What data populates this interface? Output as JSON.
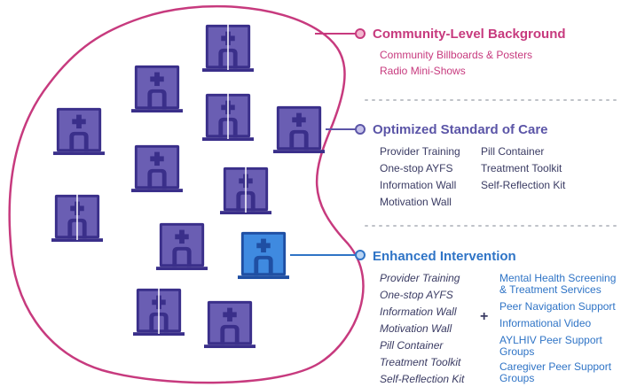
{
  "colors": {
    "magenta": "#C73A7E",
    "purple": "#5B55A7",
    "blue": "#2F74C6",
    "dark_text": "#3A3B63",
    "building_purple": "#6A5EB3",
    "building_blue": "#3F8AE0",
    "building_outline": "#3A2F8A",
    "divider": "#BFC2C8"
  },
  "sections": {
    "community": {
      "title": "Community-Level Background",
      "items": [
        "Community Billboards & Posters",
        "Radio Mini-Shows"
      ]
    },
    "optimized": {
      "title": "Optimized Standard of Care",
      "col1": [
        "Provider Training",
        "One-stop AYFS",
        "Information Wall",
        "Motivation Wall"
      ],
      "col2": [
        "Pill Container",
        "Treatment Toolkit",
        "Self-Reflection Kit"
      ]
    },
    "enhanced": {
      "title": "Enhanced Intervention",
      "col1": [
        "Provider Training",
        "One-stop AYFS",
        "Information Wall",
        "Motivation Wall",
        "Pill Container",
        "Treatment Toolkit",
        "Self-Reflection Kit"
      ],
      "plus": "+",
      "col2": [
        {
          "line1": "Mental Health Screening",
          "line2": "& Treatment Services"
        },
        {
          "line1": "Peer Navigation Support",
          "line2": ""
        },
        {
          "line1": "Informational Video",
          "line2": ""
        },
        {
          "line1": "AYLHIV Peer Support",
          "line2": "Groups"
        },
        {
          "line1": "Caregiver Peer Support",
          "line2": "Groups"
        }
      ]
    }
  },
  "icons": {
    "building": "clinic-building-icon"
  }
}
